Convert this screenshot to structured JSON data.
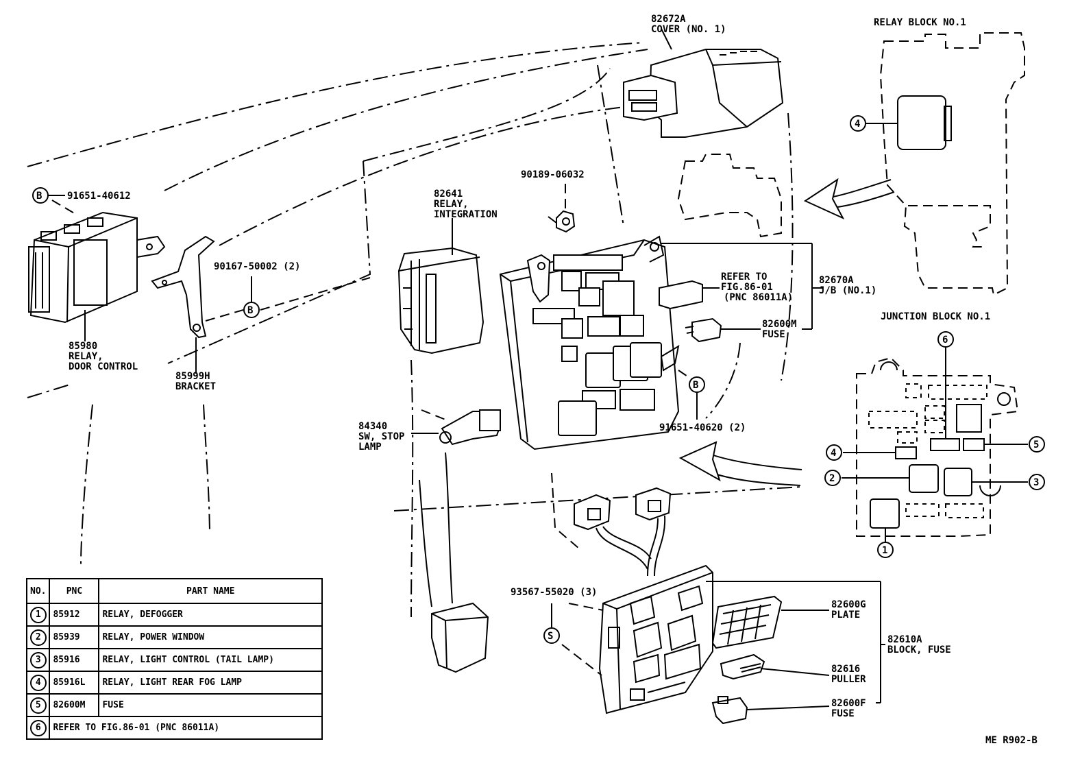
{
  "labels": {
    "cover_pnc": "82672A",
    "cover_name": "COVER (NO. 1)",
    "relay_block_title": "RELAY BLOCK NO.1",
    "junction_block_title": "JUNCTION BLOCK NO.1",
    "bolt_b_top": "91651-40612",
    "clip": "90189-06032",
    "intg_relay_pnc": "82641",
    "intg_relay_name1": "RELAY,",
    "intg_relay_name2": "INTEGRATION",
    "screw_b_mid": "90167-50002 (2)",
    "door_relay_pnc": "85980",
    "door_relay_name1": "RELAY,",
    "door_relay_name2": "DOOR CONTROL",
    "bracket_pnc": "85999H",
    "bracket_name": "BRACKET",
    "refer1": "REFER TO",
    "refer2": "FIG.86-01",
    "refer3": "(PNC 86011A)",
    "jb_pnc": "82670A",
    "jb_name": "J/B (NO.1)",
    "fuse_pnc": "82600M",
    "fuse_name": "FUSE",
    "bolt_b_low": "91651-40620 (2)",
    "stop_sw_pnc": "84340",
    "stop_sw_name1": "SW, STOP",
    "stop_sw_name2": "LAMP",
    "screw_s": "93567-55020 (3)",
    "plate_pnc": "82600G",
    "plate_name": "PLATE",
    "block_fuse_pnc": "82610A",
    "block_fuse_name": "BLOCK, FUSE",
    "puller_pnc": "82616",
    "puller_name": "PULLER",
    "fuse2_pnc": "82600F",
    "fuse2_name": "FUSE",
    "marker_b": "B",
    "marker_s": "S",
    "callout_1": "1",
    "callout_2": "2",
    "callout_3": "3",
    "callout_4": "4",
    "callout_5": "5",
    "callout_6": "6",
    "fig_code": "ME R902-B"
  },
  "table": {
    "headers": [
      "NO.",
      "PNC",
      "PART NAME"
    ],
    "rows": [
      {
        "no": "1",
        "pnc": "85912",
        "name": "RELAY, DEFOGGER"
      },
      {
        "no": "2",
        "pnc": "85939",
        "name": "RELAY, POWER WINDOW"
      },
      {
        "no": "3",
        "pnc": "85916",
        "name": "RELAY, LIGHT CONTROL (TAIL LAMP)"
      },
      {
        "no": "4",
        "pnc": "85916L",
        "name": "RELAY, LIGHT REAR FOG LAMP"
      },
      {
        "no": "5",
        "pnc": "82600M",
        "name": "FUSE"
      },
      {
        "no": "6",
        "pnc": "",
        "name": "REFER TO FIG.86-01 (PNC 86011A)"
      }
    ]
  }
}
